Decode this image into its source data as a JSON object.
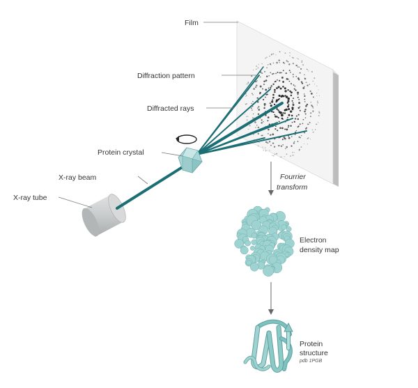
{
  "labels": {
    "film": "Film",
    "diffraction_pattern": "Diffraction pattern",
    "diffracted_rays": "Diffracted rays",
    "protein_crystal": "Protein crystal",
    "xray_beam": "X-ray beam",
    "xray_tube": "X-ray tube",
    "fourier_line1": "Fourrier",
    "fourier_line2": "transform",
    "edm_line1": "Electron",
    "edm_line2": "density map",
    "protein_line1": "Protein",
    "protein_line2": "structure",
    "pdb_id": "pdb 1PGB"
  },
  "colors": {
    "beam": "#1b6e73",
    "crystal": "#a9d6d6",
    "density": "#9fd3d1",
    "ribbon": "#7cc2c0",
    "tube": "#cfd2d2",
    "film": "#f4f4f4",
    "spots": "#222222"
  }
}
